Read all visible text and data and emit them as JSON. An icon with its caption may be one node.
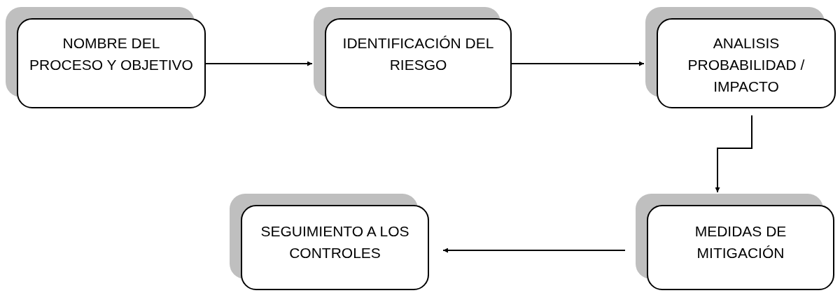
{
  "diagram": {
    "nodes": [
      {
        "text": [
          "NOMBRE DEL PROCESO Y OBJETIVO"
        ]
      },
      {
        "text": [
          "IDENTIFICACIÓN DEL RIESGO"
        ]
      },
      {
        "text": [
          "ANALISIS PROBABILIDAD / IMPACTO"
        ]
      },
      {
        "text": [
          "MEDIDAS DE MITIGACIÓN"
        ]
      },
      {
        "text": [
          "SEGUIMIENTO A LOS CONTROLES"
        ]
      }
    ],
    "edges": [
      {
        "from": 0,
        "to": 1,
        "arrow": "to"
      },
      {
        "from": 1,
        "to": 2,
        "arrow": "to"
      },
      {
        "from": 2,
        "to": 3,
        "arrow": "to"
      },
      {
        "from": 3,
        "to": 4,
        "arrow": "to"
      }
    ]
  }
}
